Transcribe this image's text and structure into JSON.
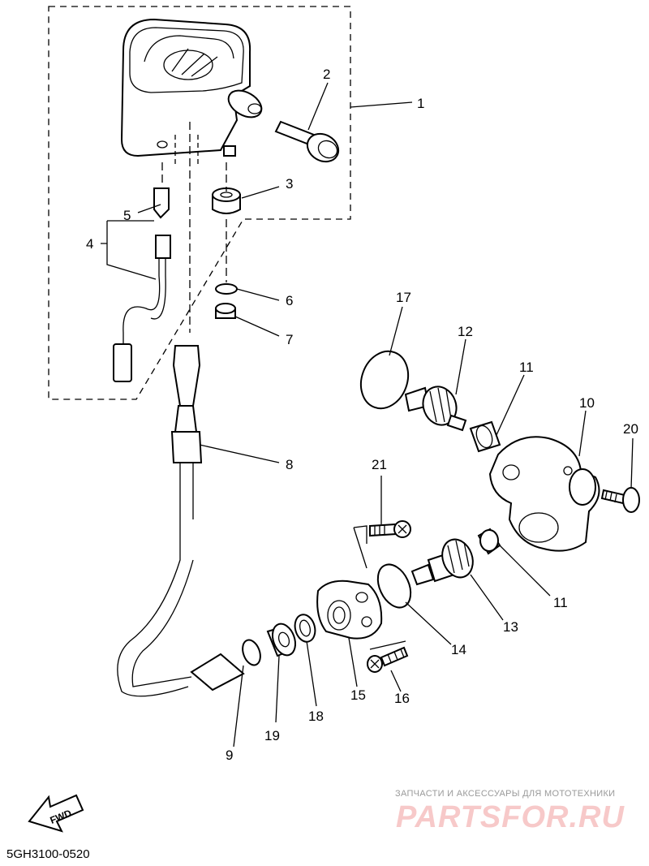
{
  "diagram": {
    "part_code": "5GH3100-0520",
    "fwd_label": "FWD",
    "watermark": {
      "caption": "ЗАПЧАСТИ И АКСЕССУАРЫ ДЛЯ МОТОТЕХНИКИ",
      "logo": "PARTSFOR.RU"
    },
    "callouts": [
      "1",
      "2",
      "3",
      "4",
      "5",
      "6",
      "7",
      "8",
      "9",
      "10",
      "11",
      "11",
      "12",
      "13",
      "14",
      "15",
      "16",
      "17",
      "18",
      "19",
      "20",
      "21"
    ]
  }
}
